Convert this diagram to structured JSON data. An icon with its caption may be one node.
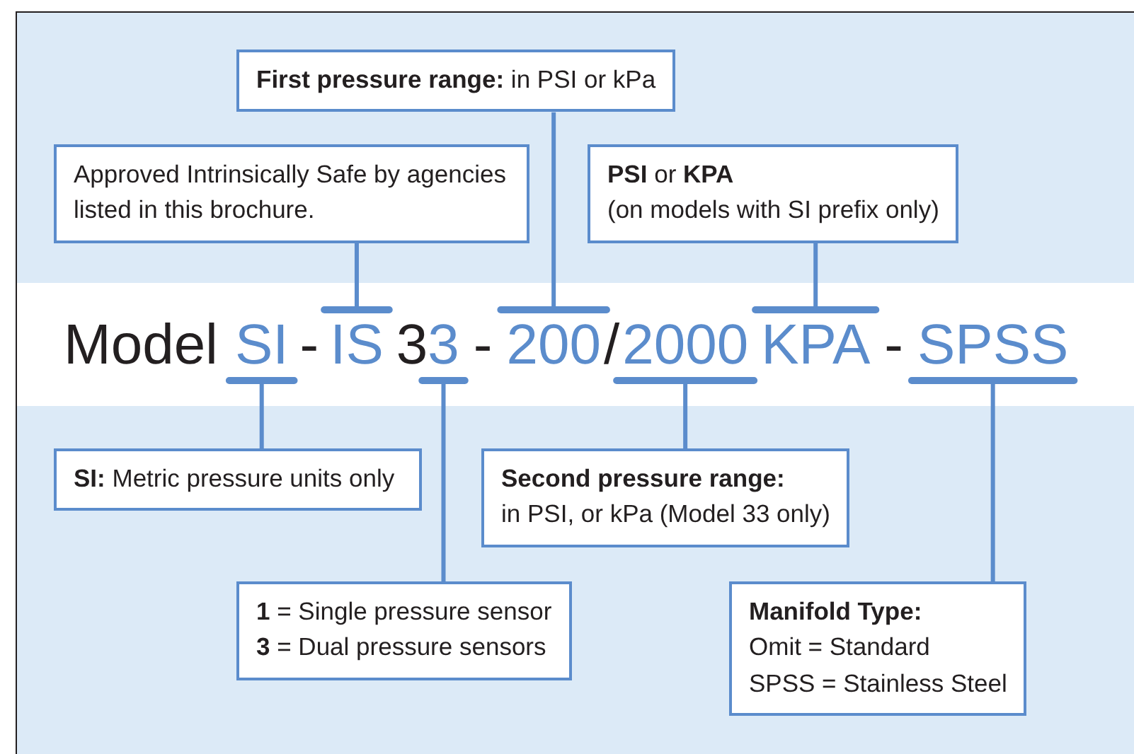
{
  "diagram": {
    "nodes": [
      {
        "text": [
          "**First pressure range:** in PSI or kPa"
        ]
      },
      {
        "text": [
          "Approved Intrinsically Safe by agencies listed in this brochure."
        ]
      },
      {
        "text": [
          "**PSI** or **KPA**",
          "(on models with SI prefix only)"
        ]
      },
      {
        "text": [
          "SI"
        ]
      },
      {
        "text": [
          "IS"
        ]
      },
      {
        "text": [
          "3"
        ]
      },
      {
        "text": [
          "200"
        ]
      },
      {
        "text": [
          "2000"
        ]
      },
      {
        "text": [
          "KPA"
        ]
      },
      {
        "text": [
          "SPSS"
        ]
      },
      {
        "text": [
          "**SI:** Metric pressure units only"
        ]
      },
      {
        "text": [
          "Second pressure range:",
          "in PSI, or kPa (Model 33 only)"
        ]
      },
      {
        "text": [
          "**1** = Single pressure sensor",
          "**3** = Dual pressure sensors"
        ]
      },
      {
        "text": [
          "Manifold Type:",
          "Omit = Standard",
          "SPSS = Stainless Steel"
        ]
      }
    ],
    "edges": [
      {
        "from": 1,
        "to": 4,
        "arrow": "other"
      },
      {
        "from": 0,
        "to": 6,
        "arrow": "other"
      },
      {
        "from": 2,
        "to": 8,
        "arrow": "other"
      },
      {
        "from": 10,
        "to": 3,
        "arrow": "other"
      },
      {
        "from": 12,
        "to": 5,
        "arrow": "other"
      },
      {
        "from": 11,
        "to": 7,
        "arrow": "other"
      },
      {
        "from": 13,
        "to": 9,
        "arrow": "other"
      }
    ],
    "labels": [
      "Model",
      "-",
      "3",
      "-",
      "/",
      "-"
    ]
  }
}
